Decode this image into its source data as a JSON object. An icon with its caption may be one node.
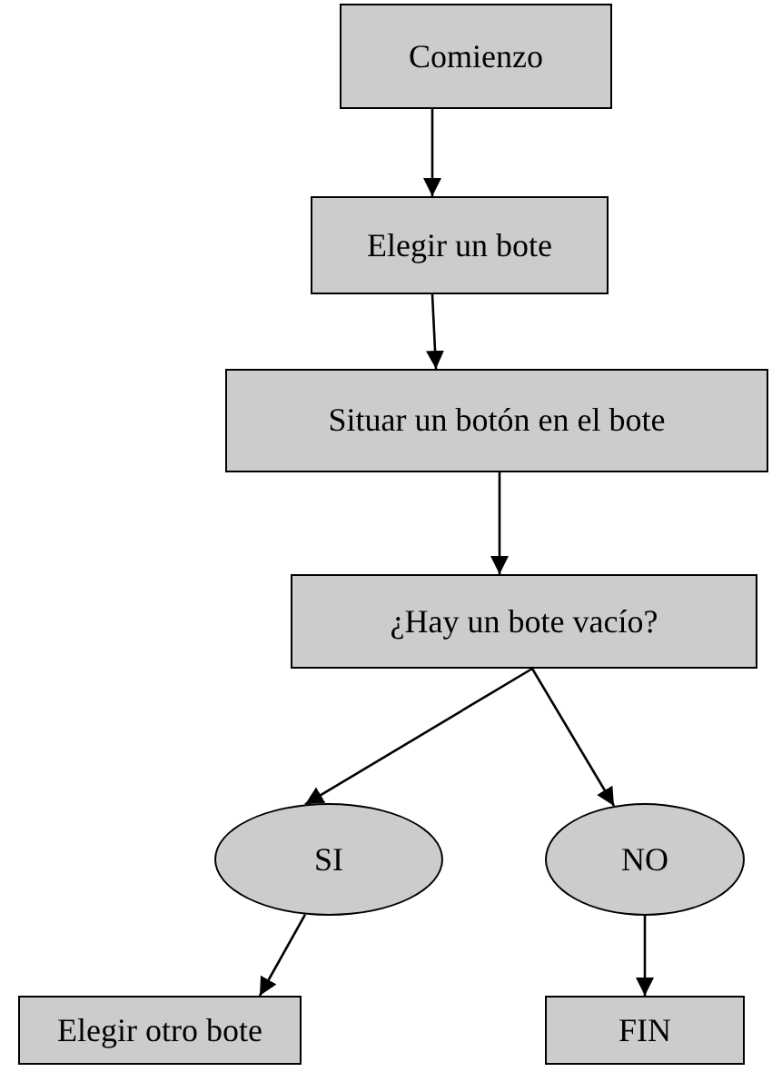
{
  "diagram": {
    "nodes": [
      {
        "text": [
          "Comienzo"
        ]
      },
      {
        "text": [
          "Elegir un bote"
        ]
      },
      {
        "text": [
          "Situar un botón en el bote"
        ]
      },
      {
        "text": [
          "¿Hay un bote vacío?"
        ]
      },
      {
        "text": [
          "SI"
        ]
      },
      {
        "text": [
          "NO"
        ]
      },
      {
        "text": [
          "Elegir otro bote"
        ]
      },
      {
        "text": [
          "FIN"
        ]
      }
    ],
    "edges": [
      {
        "from": 0,
        "to": 1,
        "arrow": "to"
      },
      {
        "from": 1,
        "to": 2,
        "arrow": "to"
      },
      {
        "from": 2,
        "to": 3,
        "arrow": "to"
      },
      {
        "from": 3,
        "to": 4,
        "arrow": "to"
      },
      {
        "from": 3,
        "to": 5,
        "arrow": "to"
      },
      {
        "from": 4,
        "to": 6,
        "arrow": "to"
      },
      {
        "from": 5,
        "to": 7,
        "arrow": "to"
      }
    ]
  }
}
